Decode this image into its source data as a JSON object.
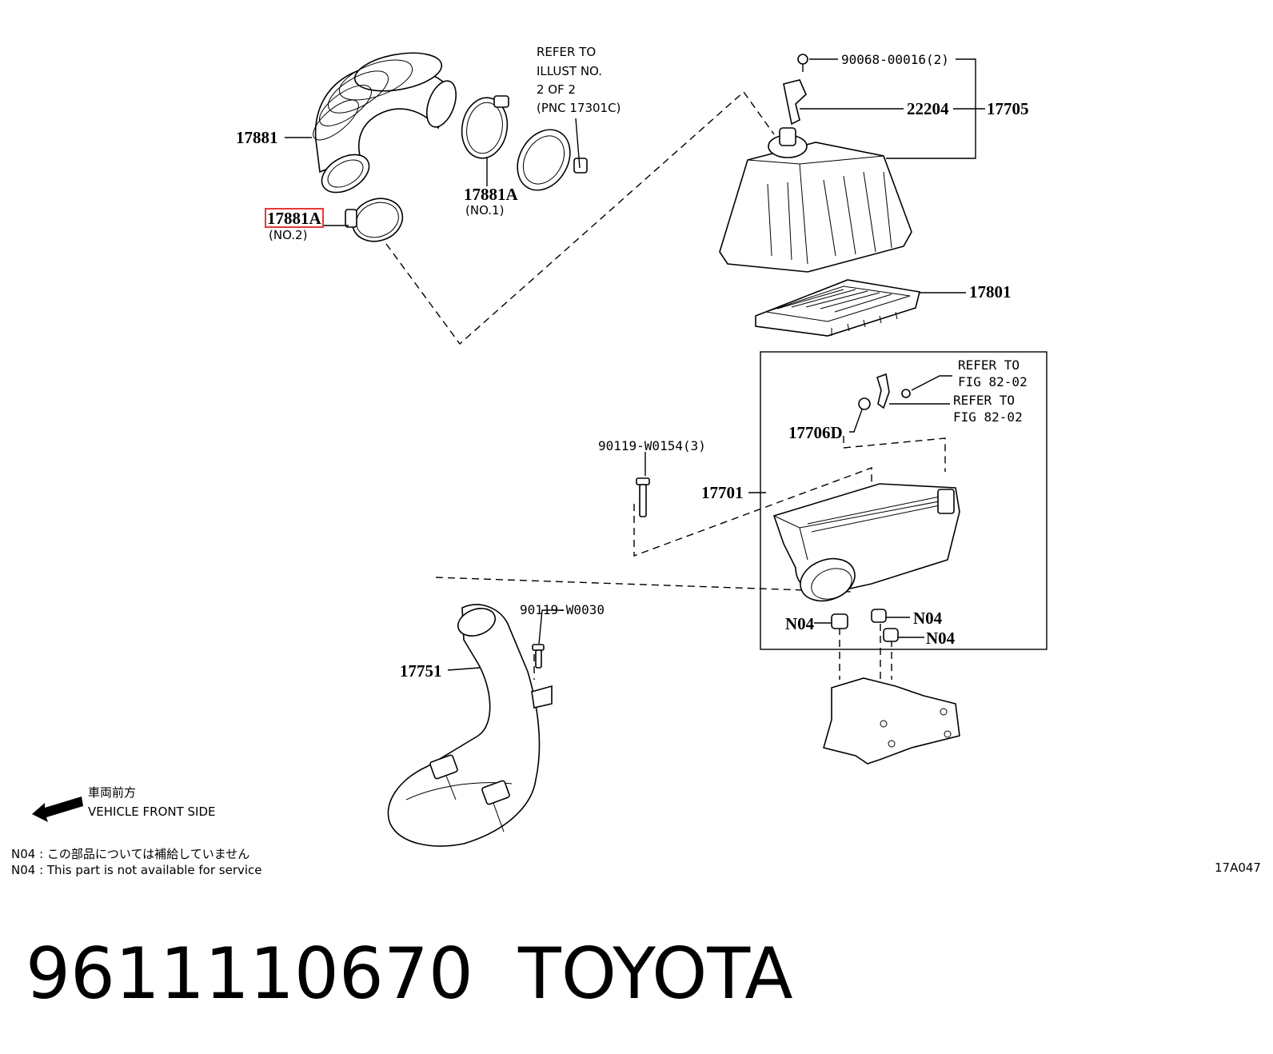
{
  "callouts": {
    "hose": "17881",
    "clamp_no2": "17881A",
    "clamp_no2_sub": "(NO.2)",
    "clamp_no1": "17881A",
    "clamp_no1_sub": "(NO.1)",
    "refer_illust": [
      "REFER TO",
      "ILLUST NO.",
      "2 OF 2",
      "(PNC 17301C)"
    ],
    "bolt_top": "90068-00016(2)",
    "sensor": "22204",
    "cap_assy": "17705",
    "filter": "17801",
    "refer_fig_1": [
      "REFER TO",
      "FIG 82-02"
    ],
    "refer_fig_2": [
      "REFER TO",
      "FIG 82-02"
    ],
    "grommet": "17706D",
    "bolt_mid": "90119-W0154(3)",
    "case": "17701",
    "bolt_low": "90119-W0030",
    "inlet": "17751",
    "n04_a": "N04",
    "n04_b": "N04",
    "n04_c": "N04"
  },
  "legend": {
    "front_jp": "車両前方",
    "front_en": "VEHICLE FRONT SIDE",
    "note_jp": "N04 : この部品については補給していません",
    "note_en": "N04 : This part is not available for service",
    "ref_code": "17A047"
  },
  "caption": {
    "part_number": "9611110670",
    "brand": "TOYOTA"
  },
  "colors": {
    "highlight": "#e53935"
  }
}
